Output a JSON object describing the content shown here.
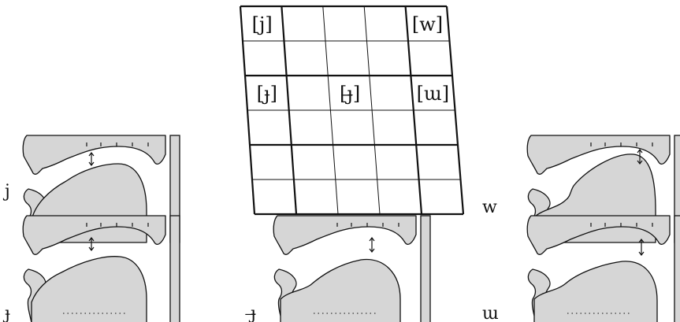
{
  "vowel_grid": {
    "rows": 6,
    "cols": 5,
    "labels": [
      {
        "text": "[j]",
        "row": 0,
        "col": 0
      },
      {
        "text": "[w]",
        "row": 0,
        "col": 4
      },
      {
        "text": "[ɟ]",
        "row": 2,
        "col": 0
      },
      {
        "text": "[ɟ̶]",
        "row": 2,
        "col": 2
      },
      {
        "text": "[ɯ]",
        "row": 2,
        "col": 4
      }
    ]
  },
  "articulations": [
    {
      "label": "j",
      "name": "j",
      "tongue": "front-high",
      "bottom_dots": false
    },
    {
      "label": "w",
      "name": "w",
      "tongue": "back-high",
      "bottom_dots": false
    },
    {
      "label": "ɟ",
      "name": "dotless-j-stroke",
      "tongue": "front-mid",
      "bottom_dots": true
    },
    {
      "label": "ɟ̶",
      "name": "barred-j",
      "tongue": "central-mid",
      "bottom_dots": true
    },
    {
      "label": "ɯ",
      "name": "omega",
      "tongue": "back-mid",
      "bottom_dots": true
    }
  ]
}
